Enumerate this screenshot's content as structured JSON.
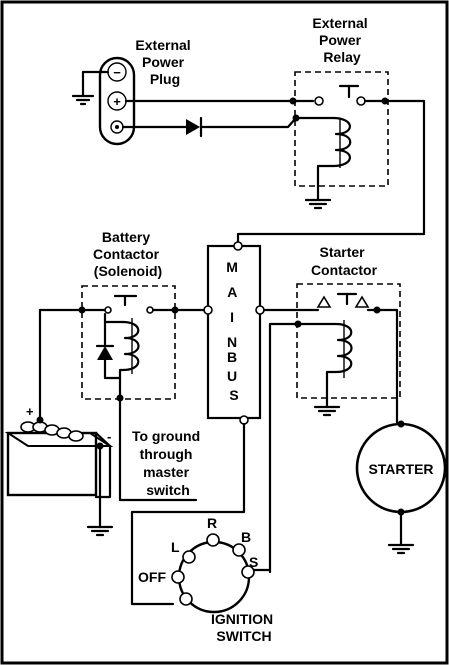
{
  "labels": {
    "ext_plug": [
      "External",
      "Power",
      "Plug"
    ],
    "ext_relay": [
      "External",
      "Power",
      "Relay"
    ],
    "battery_contactor": [
      "Battery",
      "Contactor",
      "(Solenoid)"
    ],
    "starter_contactor": [
      "Starter",
      "Contactor"
    ],
    "main_bus": [
      "M",
      "A",
      "I",
      "N",
      "B",
      "U",
      "S"
    ],
    "ground_note": [
      "To ground",
      "through",
      "master",
      "switch"
    ],
    "starter": "STARTER",
    "ignition": [
      "IGNITION",
      "SWITCH"
    ],
    "switch_positions": {
      "off": "OFF",
      "l": "L",
      "r": "R",
      "b": "B",
      "s": "S"
    },
    "plug_minus": "−",
    "plug_plus": "+",
    "battery_plus": "+",
    "battery_minus": "-"
  }
}
